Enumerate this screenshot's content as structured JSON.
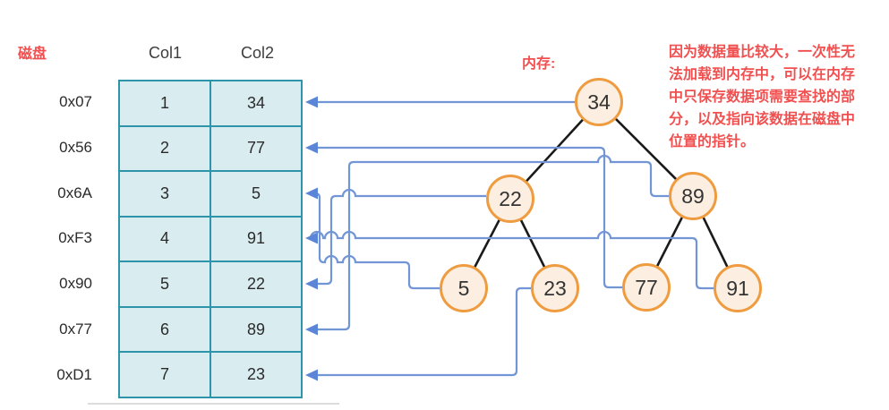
{
  "labels": {
    "disk": "磁盘",
    "memory": "内存:"
  },
  "note": {
    "text": "因为数据量比较大，一次性无\n法加载到内存中，可以在内存\n中只保存数据项需要查找的部\n分，以及指向该数据在磁盘中\n位置的指针。"
  },
  "table": {
    "headers": [
      "Col1",
      "Col2"
    ],
    "rows": [
      {
        "address": "0x07",
        "col1": "1",
        "col2": "34"
      },
      {
        "address": "0x56",
        "col1": "2",
        "col2": "77"
      },
      {
        "address": "0x6A",
        "col1": "3",
        "col2": "5"
      },
      {
        "address": "0xF3",
        "col1": "4",
        "col2": "91"
      },
      {
        "address": "0x90",
        "col1": "5",
        "col2": "22"
      },
      {
        "address": "0x77",
        "col1": "6",
        "col2": "89"
      },
      {
        "address": "0xD1",
        "col1": "7",
        "col2": "23"
      }
    ]
  },
  "tree": {
    "nodes": {
      "n34": "34",
      "n22": "22",
      "n89": "89",
      "n5": "5",
      "n23": "23",
      "n77": "77",
      "n91": "91"
    },
    "edges": [
      "34-22",
      "34-89",
      "22-5",
      "22-23",
      "89-77",
      "89-91"
    ]
  },
  "colors": {
    "table_border": "#2e94a9",
    "table_fill": "#d9ecf0",
    "node_border": "#ef9b40",
    "node_fill": "#fcefe1",
    "pointer_blue": "#7295d6",
    "tree_edge_black": "#1a1a1a",
    "label_red": "#f15050"
  }
}
